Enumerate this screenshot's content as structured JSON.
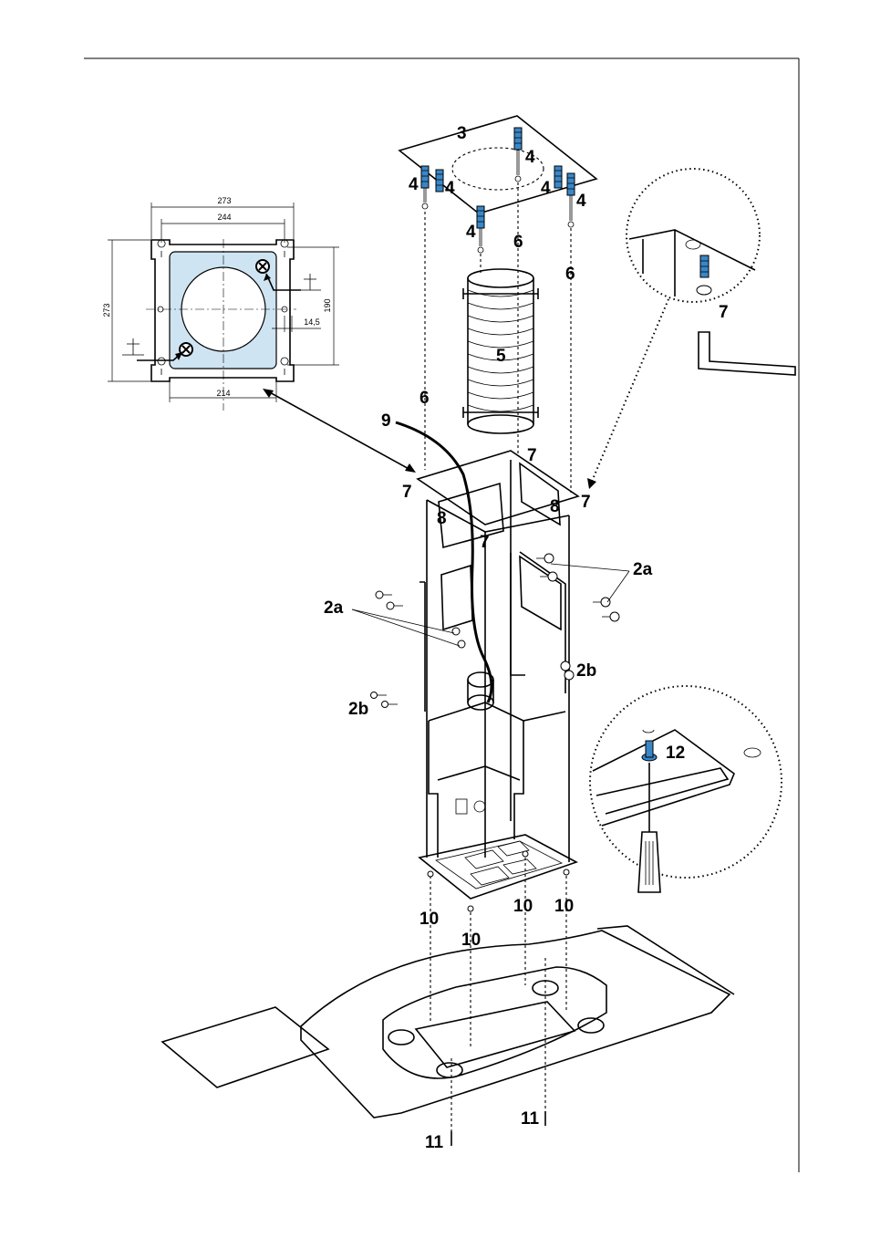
{
  "colors": {
    "line": "#000000",
    "template_fill": "#cfe4f2",
    "screw_blue": "#3a87c8",
    "paper": "#ffffff"
  },
  "template": {
    "dim_273_top": "273",
    "dim_244": "244",
    "dim_273_left": "273",
    "dim_190": "190",
    "dim_14_5": "14,5",
    "dim_214": "214"
  },
  "callouts": {
    "c3": "3",
    "c4": "4",
    "c5": "5",
    "c6": "6",
    "c7": "7",
    "c8": "8",
    "c9": "9",
    "c2a": "2a",
    "c2b": "2b",
    "c10": "10",
    "c11": "11",
    "c12": "12"
  },
  "icons": [
    "allen-key-icon",
    "screwdriver-icon",
    "screw-icon",
    "wall-plug-icon"
  ]
}
